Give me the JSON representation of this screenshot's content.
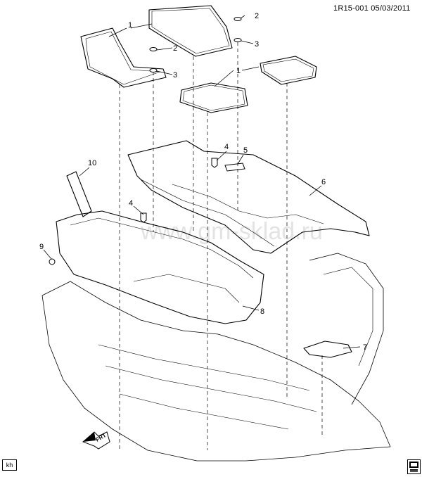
{
  "header": {
    "ref_code": "1R15-001",
    "date": "05/03/2011"
  },
  "watermark": "www.gm-sklad.ru",
  "footer": {
    "kh_tag": "kh"
  },
  "callouts": [
    "1",
    "2",
    "3",
    "4",
    "5",
    "6",
    "7",
    "8",
    "9",
    "10"
  ],
  "arrow_text": "FRT",
  "colors": {
    "line": "#000000",
    "watermark": "#e3e3e3"
  }
}
